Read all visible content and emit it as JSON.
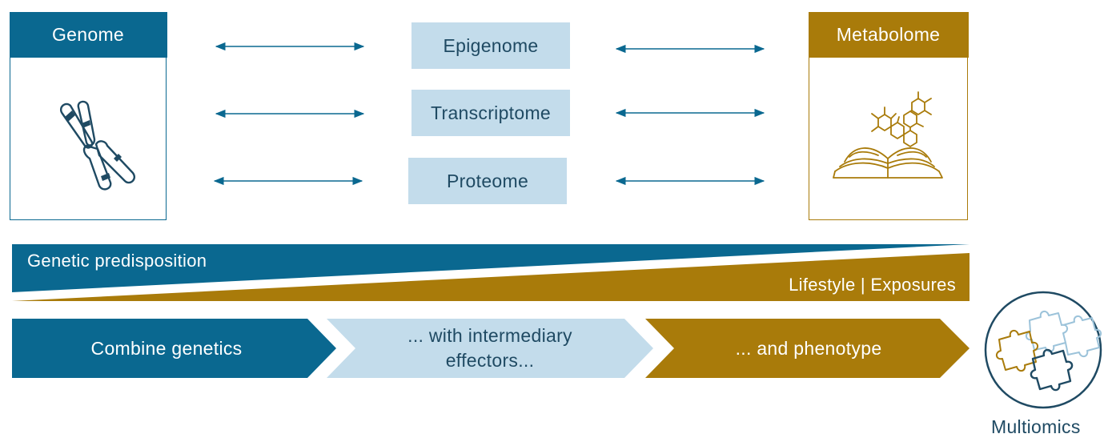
{
  "colors": {
    "blue": "#0a6890",
    "light_blue": "#c3dceb",
    "gold": "#a97b0a",
    "dark_text": "#1f4a63"
  },
  "genome": {
    "title": "Genome",
    "icon": "chromosome-icon"
  },
  "metabolome": {
    "title": "Metabolome",
    "icon": "open-book-molecules-icon"
  },
  "omics": [
    {
      "label": "Epigenome"
    },
    {
      "label": "Transcriptome"
    },
    {
      "label": "Proteome"
    }
  ],
  "gradient": {
    "top_label": "Genetic predisposition",
    "bottom_label": "Lifestyle | Exposures"
  },
  "steps": [
    {
      "label": "Combine genetics"
    },
    {
      "label": "... with intermediary effectors..."
    },
    {
      "label": "... and phenotype"
    }
  ],
  "multiomics": {
    "label": "Multiomics",
    "icon": "puzzle-pieces-icon"
  }
}
